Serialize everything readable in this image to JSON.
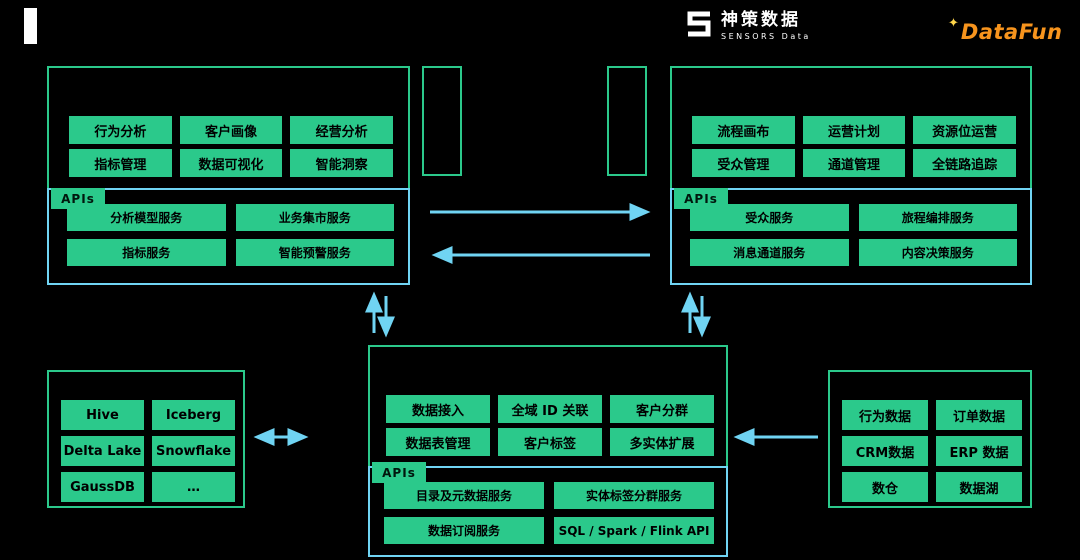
{
  "header": {
    "sensors_logo": {
      "name": "神策数据",
      "subtitle": "SENSORS Data"
    },
    "datafun_logo": {
      "star": "✦",
      "text": "DataFun"
    }
  },
  "analytics_panel": {
    "features": [
      "行为分析",
      "客户画像",
      "经营分析",
      "指标管理",
      "数据可视化",
      "智能洞察"
    ],
    "apis_label": "APIs",
    "services": [
      "分析模型服务",
      "业务集市服务",
      "指标服务",
      "智能预警服务"
    ]
  },
  "marketing_panel": {
    "features": [
      "流程画布",
      "运营计划",
      "资源位运营",
      "受众管理",
      "通道管理",
      "全链路追踪"
    ],
    "apis_label": "APIs",
    "services": [
      "受众服务",
      "旅程编排服务",
      "消息通道服务",
      "内容决策服务"
    ]
  },
  "data_platform_panel": {
    "features": [
      "数据接入",
      "全域 ID 关联",
      "客户分群",
      "数据表管理",
      "客户标签",
      "多实体扩展"
    ],
    "apis_label": "APIs",
    "services": [
      "目录及元数据服务",
      "实体标签分群服务",
      "数据订阅服务",
      "SQL / Spark / Flink API"
    ]
  },
  "storage_panel": {
    "items": [
      "Hive",
      "Iceberg",
      "Delta Lake",
      "Snowflake",
      "GaussDB",
      "…"
    ]
  },
  "source_panel": {
    "items": [
      "行为数据",
      "订单数据",
      "CRM数据",
      "ERP 数据",
      "数仓",
      "数据湖"
    ]
  },
  "colors": {
    "green": "#2bc98b",
    "cyan": "#70d4f3",
    "background": "#000000"
  }
}
